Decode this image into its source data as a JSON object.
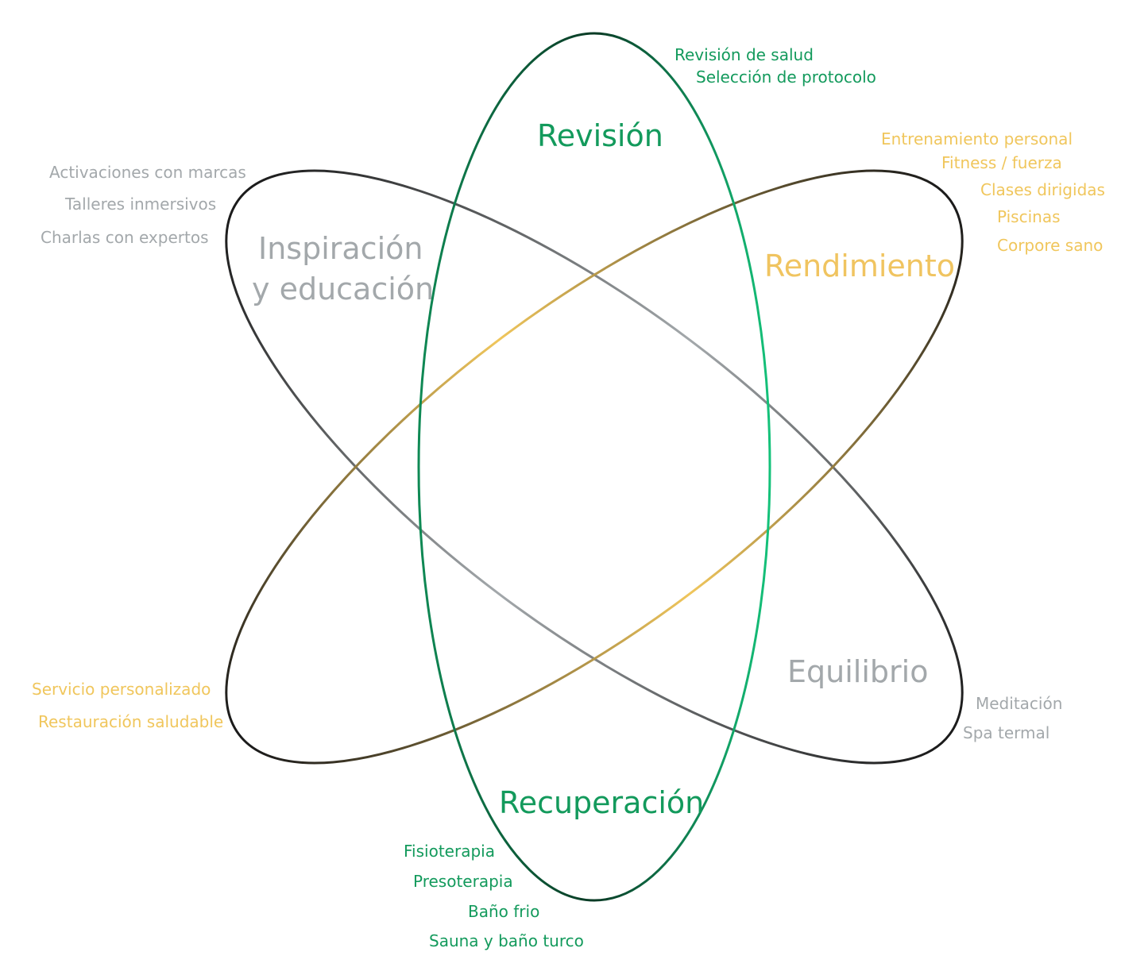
{
  "colors": {
    "green": "#139a5c",
    "green_dark": "#0d3a22",
    "green_bright": "#14c27a",
    "gold": "#f0c65c",
    "gray": "#a3a8ab",
    "dark": "#1b1b1b"
  },
  "sections": {
    "revision": {
      "title": "Revisión",
      "items": [
        "Revisión de salud",
        "Selección de protocolo"
      ]
    },
    "rendimiento": {
      "title": "Rendimiento",
      "items": [
        "Entrenamiento personal",
        "Fitness / fuerza",
        "Clases dirigidas",
        "Piscinas",
        "Corpore sano"
      ]
    },
    "inspiracion": {
      "title_line1": "Inspiración",
      "title_line2": "y educación",
      "items": [
        "Activaciones con marcas",
        "Talleres inmersivos",
        "Charlas con expertos"
      ]
    },
    "equilibrio": {
      "title": "Equilibrio",
      "items": [
        "Meditación",
        "Spa termal"
      ]
    },
    "recuperacion": {
      "title": "Recuperación",
      "items": [
        "Fisioterapia",
        "Presoterapia",
        "Baño frio",
        "Sauna y baño turco"
      ]
    },
    "restauracion": {
      "items": [
        "Servicio personalizado",
        "Restauración saludable"
      ]
    }
  }
}
